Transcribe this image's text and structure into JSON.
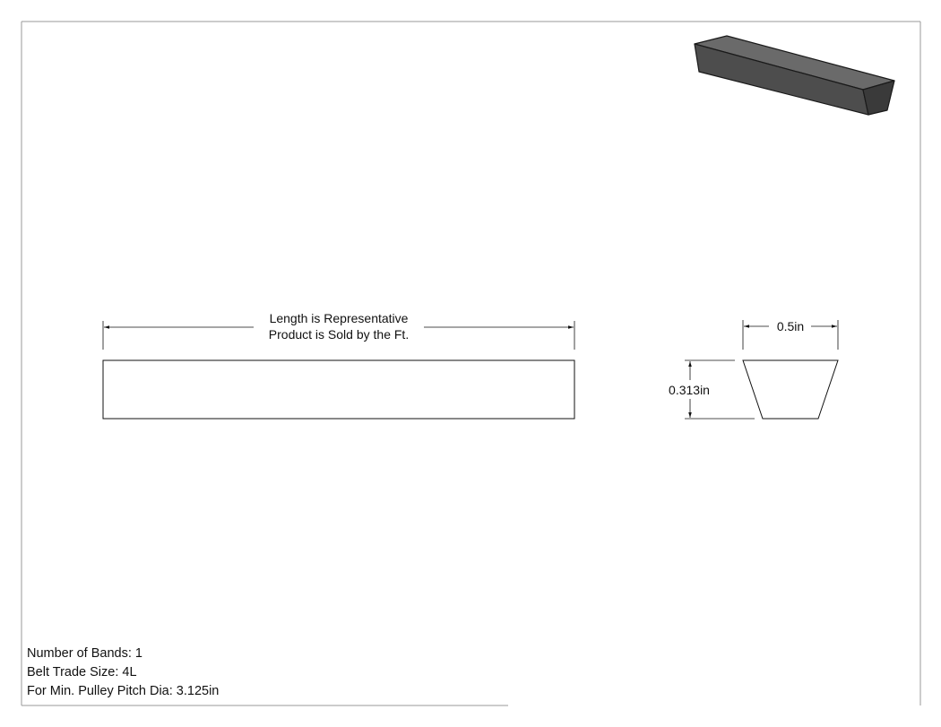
{
  "notes": {
    "line1": "Length is Representative",
    "line2": "Product is Sold by the Ft."
  },
  "dimensions": {
    "width": "0.5in",
    "height": "0.313in"
  },
  "specs": {
    "bands": "Number of Bands: 1",
    "trade_size": "Belt Trade Size: 4L",
    "pulley": "For Min. Pulley Pitch Dia: 3.125in"
  },
  "colors": {
    "ink": "#111111",
    "belt_top": "#6a6a6a",
    "belt_side": "#4d4d4d",
    "belt_end": "#3a3a3a"
  }
}
